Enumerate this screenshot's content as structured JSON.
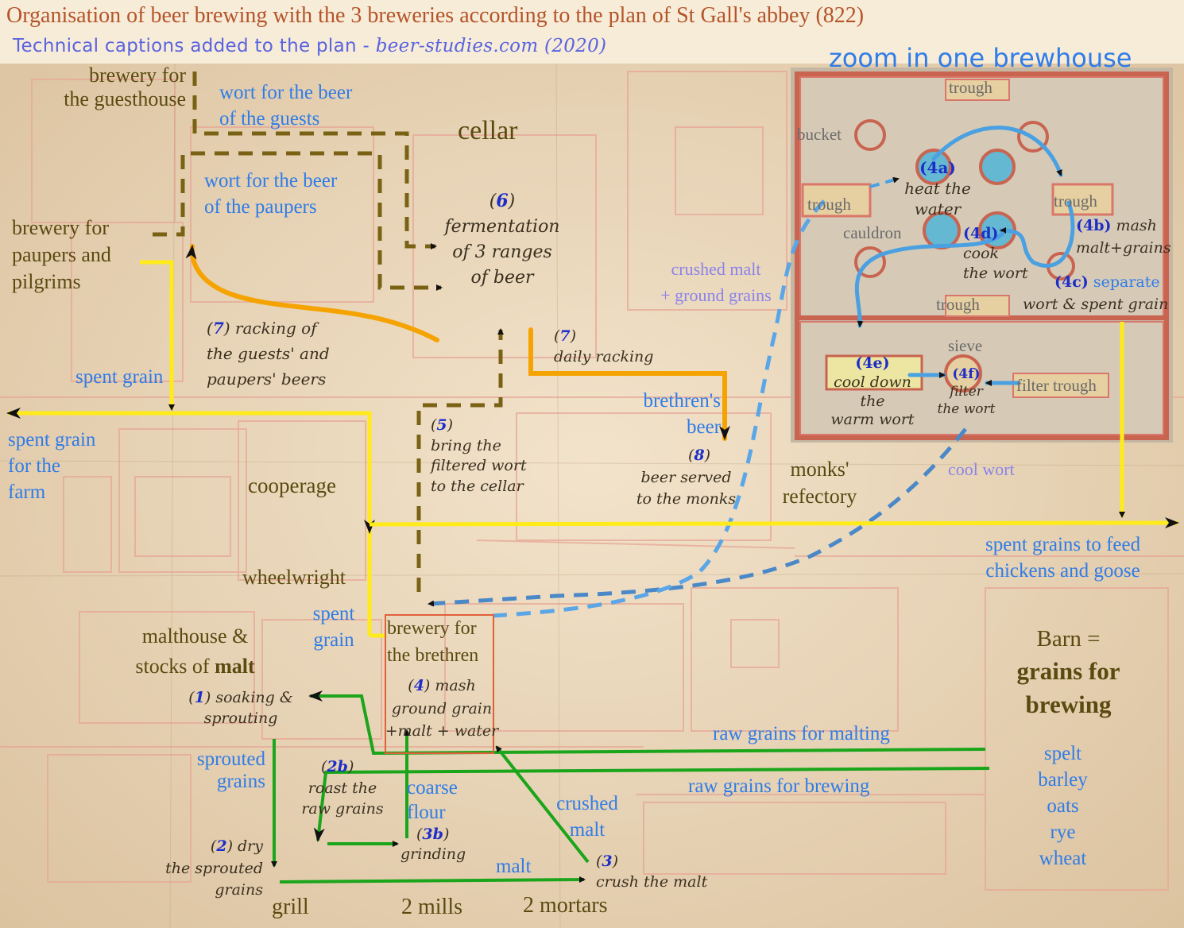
{
  "title": "Organisation of beer brewing with the 3 breweries according to the plan of St Gall's abbey (822)",
  "subtitle": {
    "prefix": "Technical captions added to the plan - ",
    "source": "beer-studies.com (2020)"
  },
  "zoom_title": "zoom in one brewhouse",
  "buildings": {
    "guesthouse_brewery": [
      "brewery for",
      "the guesthouse"
    ],
    "paupers_brewery": [
      "brewery for",
      "paupers and",
      "pilgrims"
    ],
    "cellar": "cellar",
    "cooperage": "cooperage",
    "wheelwright": "wheelwright",
    "malthouse": [
      "malthouse &",
      "stocks of ",
      "malt"
    ],
    "monks_refectory": [
      "monks'",
      "refectory"
    ],
    "brethren_brewery": [
      "brewery for",
      "the brethren"
    ],
    "grill": "grill",
    "mills": "2 mills",
    "mortars": "2 mortars",
    "barn": [
      "Barn =",
      "grains for",
      "brewing"
    ]
  },
  "flows": {
    "wort_guests": [
      "wort for the beer",
      "of the guests"
    ],
    "wort_paupers": [
      "wort for the beer",
      "of the paupers"
    ],
    "spent_grain_1": "spent grain",
    "spent_grain_farm": [
      "spent grain",
      "for the",
      "farm"
    ],
    "brethrens_beer": [
      "brethren's",
      "beer"
    ],
    "spent_grain_2": [
      "spent",
      "grain"
    ],
    "sprouted_grains": [
      "sprouted",
      "grains"
    ],
    "coarse_flour": [
      "coarse",
      "flour"
    ],
    "crushed_malt": [
      "crushed",
      "malt"
    ],
    "malt": "malt",
    "raw_malting": "raw grains for malting",
    "raw_brewing": "raw grains for brewing",
    "spent_grains_chickens": [
      "spent grains to feed",
      "chickens and goose"
    ],
    "crushed_malt_ground": [
      "crushed malt",
      "+ ground grains"
    ],
    "cool_wort": "cool wort"
  },
  "grains": [
    "spelt",
    "barley",
    "oats",
    "rye",
    "wheat"
  ],
  "steps": {
    "s1": {
      "num": "1",
      "text": [
        "soaking &",
        "sprouting"
      ]
    },
    "s2": {
      "num": "2",
      "text": [
        "dry",
        "the sprouted",
        "grains"
      ]
    },
    "s2b": {
      "num": "2b",
      "text": [
        "roast the",
        "raw grains"
      ]
    },
    "s3": {
      "num": "3",
      "text": [
        "crush the malt"
      ]
    },
    "s3b": {
      "num": "3b",
      "text": [
        "grinding"
      ]
    },
    "s4": {
      "num": "4",
      "text": [
        "mash",
        "ground grain",
        "+malt + water"
      ]
    },
    "s5": {
      "num": "5",
      "text": [
        "bring the",
        "filtered wort",
        "to the cellar"
      ]
    },
    "s6": {
      "num": "6",
      "text": [
        "fermentation",
        "of 3 ranges",
        "of beer"
      ]
    },
    "s7a": {
      "num": "7",
      "text": [
        "racking of",
        "the guests' and",
        "paupers' beers"
      ]
    },
    "s7b": {
      "num": "7",
      "text": [
        "daily racking"
      ]
    },
    "s8": {
      "num": "8",
      "text": [
        "beer served",
        "to the monks"
      ]
    }
  },
  "brewhouse": {
    "labels": {
      "trough_top": "trough",
      "bucket": "bucket",
      "trough_left": "trough",
      "cauldron": "cauldron",
      "trough_right": "trough",
      "trough_mid": "trough",
      "sieve": "sieve",
      "filter_trough": "filter trough"
    },
    "steps": {
      "s4a": {
        "num": "(4a)",
        "text": [
          "heat the",
          "water"
        ]
      },
      "s4b": {
        "num": "(4b)",
        "text": [
          "mash",
          "malt+grains"
        ]
      },
      "s4c": {
        "num": "(4c)",
        "text": [
          "separate",
          "wort & spent grain"
        ]
      },
      "s4d": {
        "num": "(4d)",
        "text": [
          "cook",
          "the wort"
        ]
      },
      "s4e": {
        "num": "(4e)",
        "text": [
          "cool down",
          "the",
          "warm wort"
        ]
      },
      "s4f": {
        "num": "(4f)",
        "text": [
          "filter",
          "the wort"
        ]
      }
    }
  },
  "colors": {
    "title": "#b5542a",
    "subtitle": "#5a63e0",
    "spent_grain_line": "#ffeb1a",
    "grain_line": "#1aa51a",
    "racking_line": "#f5a300",
    "wort_dash": "#7a6214",
    "cool_wort_dash": "#5a9be0",
    "brewhouse_arrow": "#4aa0e0"
  }
}
